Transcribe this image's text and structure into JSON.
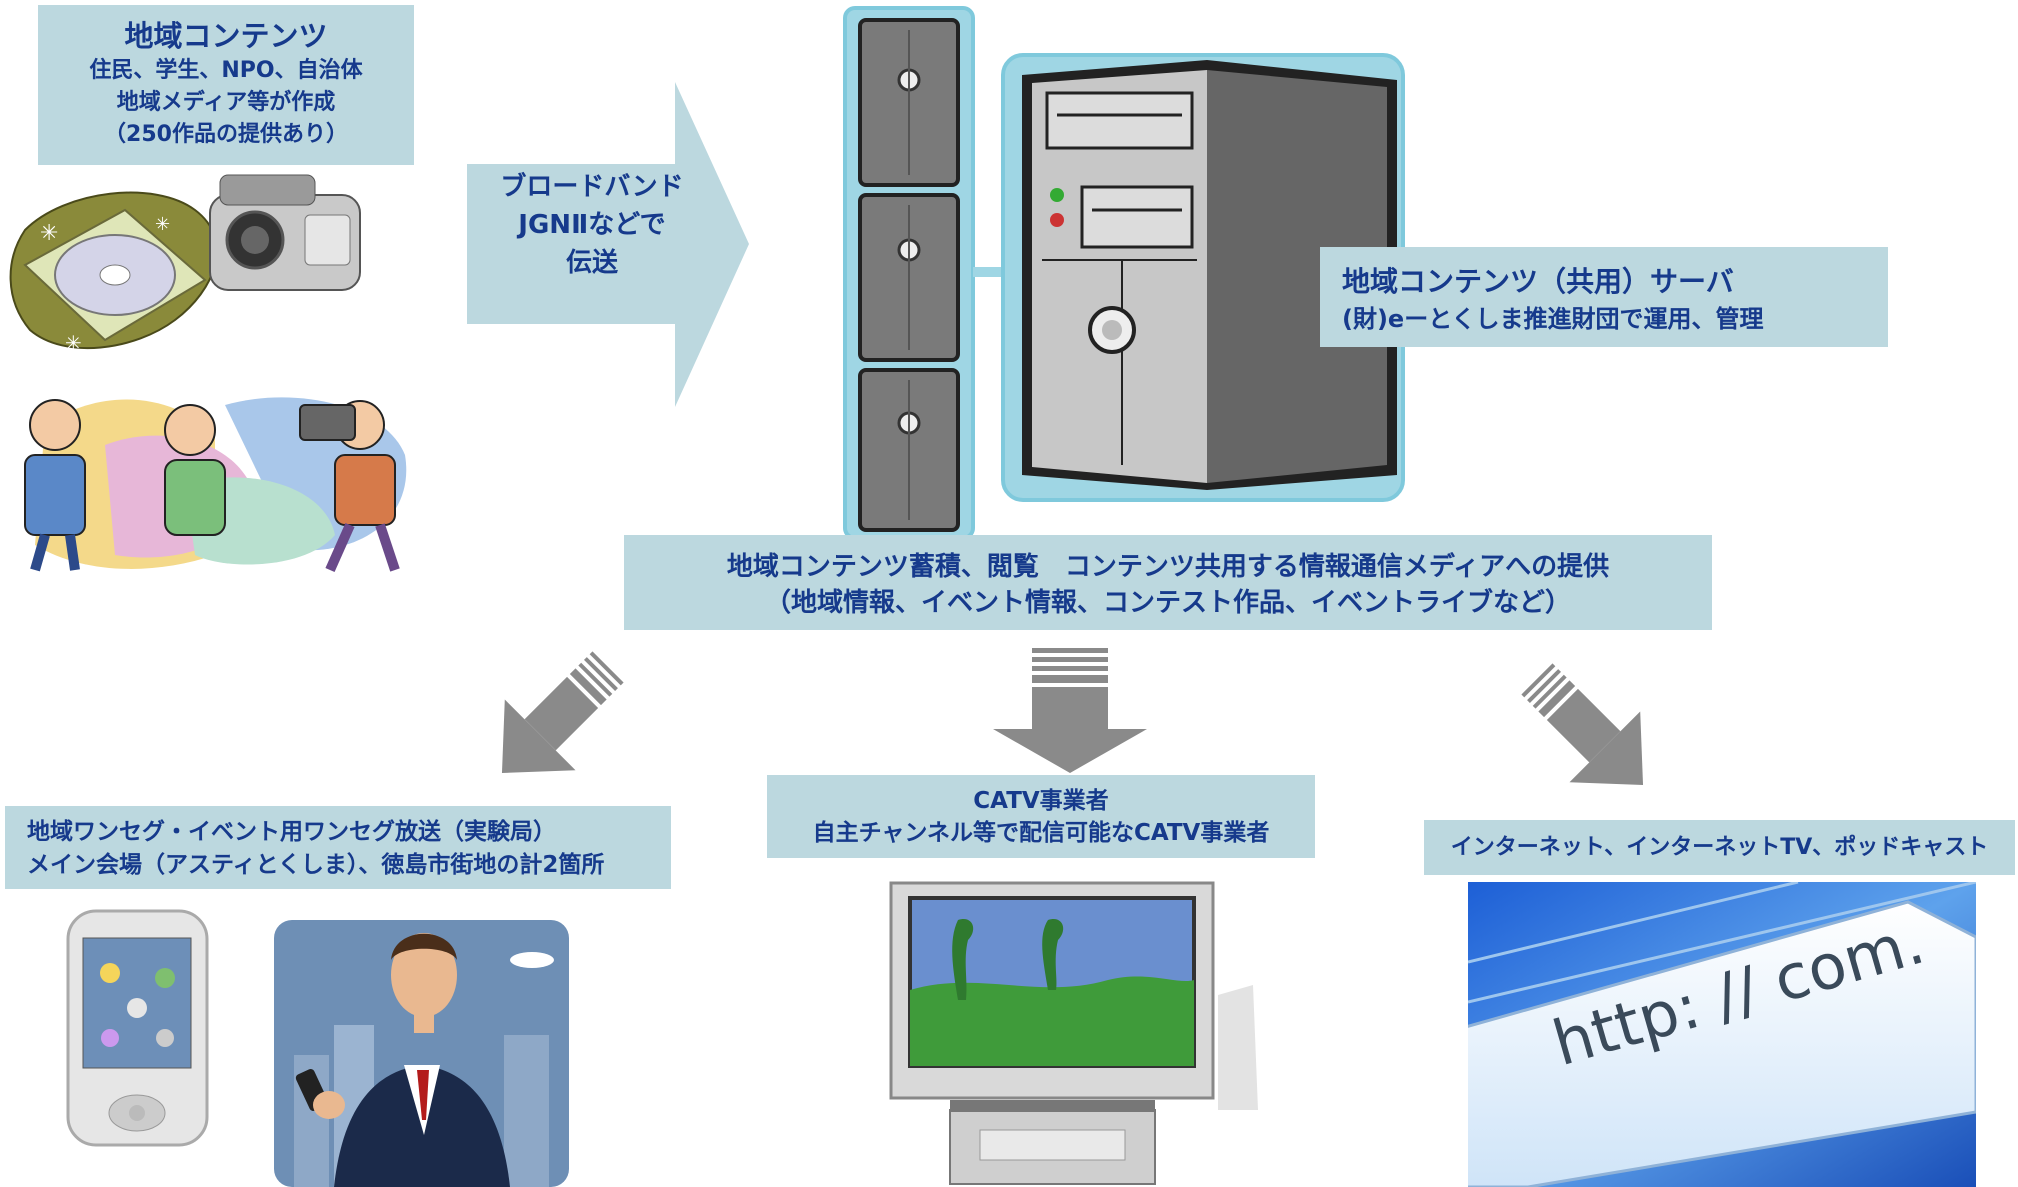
{
  "source_box": {
    "title": "地域コンテンツ",
    "line1": "住民、学生、NPO、自治体",
    "line2": "地域メディア等が作成",
    "line3": "（250作品の提供あり）"
  },
  "transfer_arrow": {
    "line1": "ブロードバンド",
    "line2": "JGNⅡなどで",
    "line3": "伝送"
  },
  "server_box": {
    "title": "地域コンテンツ（共用）サーバ",
    "subtitle": "(財)eーとくしま推進財団で運用、管理"
  },
  "service_box": {
    "line1": "地域コンテンツ蓄積、閲覧　コンテンツ共用する情報通信メディアへの提供",
    "line2": "（地域情報、イベント情報、コンテスト作品、イベントライブなど）"
  },
  "oneseg_box": {
    "line1": "地域ワンセグ・イベント用ワンセグ放送（実験局）",
    "line2": "メイン会場（アスティとくしま）、徳島市街地の計2箇所"
  },
  "catv_box": {
    "line1": "CATV事業者",
    "line2": "自主チャンネル等で配信可能なCATV事業者"
  },
  "internet_box": {
    "line1": "インターネット、インターネットTV、ポッドキャスト"
  },
  "browser_image": {
    "address_text": "http: // com."
  },
  "colors": {
    "box_fill": "#bcd8df",
    "text": "#163a8c",
    "arrow_gray": "#8a8a8a",
    "server_outline": "#7fc9dc"
  }
}
